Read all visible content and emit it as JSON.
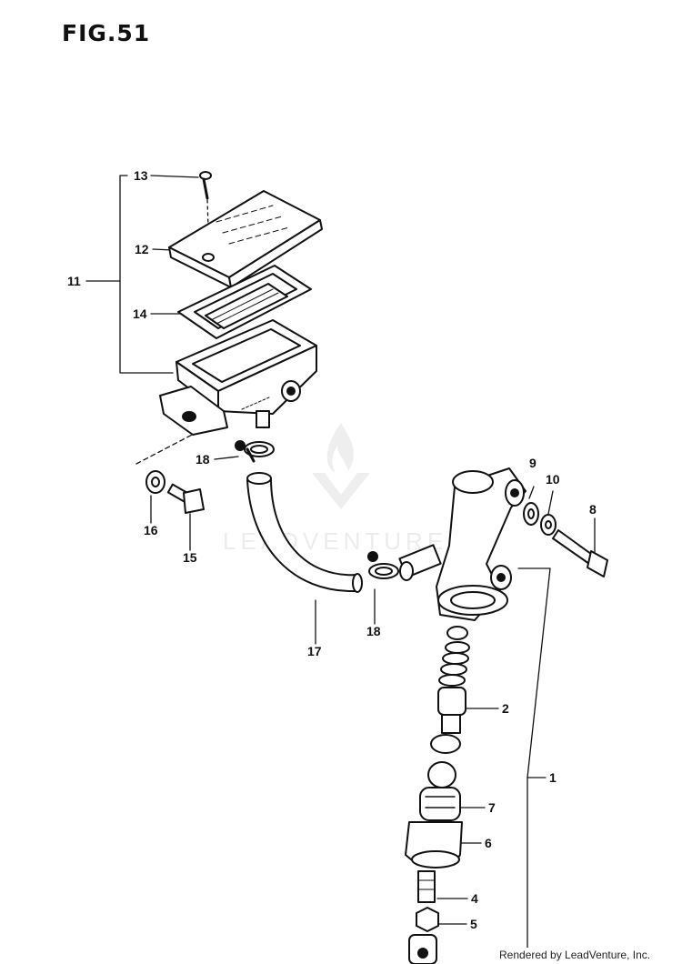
{
  "figure": {
    "title": "FIG.51"
  },
  "callouts": {
    "p1": "1",
    "p2": "2",
    "p4": "4",
    "p5": "5",
    "p6": "6",
    "p7": "7",
    "p8": "8",
    "p9": "9",
    "p10": "10",
    "p11": "11",
    "p12": "12",
    "p13": "13",
    "p14": "14",
    "p15": "15",
    "p16": "16",
    "p17": "17",
    "p18a": "18",
    "p18b": "18"
  },
  "watermark": {
    "text": "LEADVENTURE"
  },
  "footer": {
    "credit": "Rendered by LeadVenture, Inc."
  }
}
